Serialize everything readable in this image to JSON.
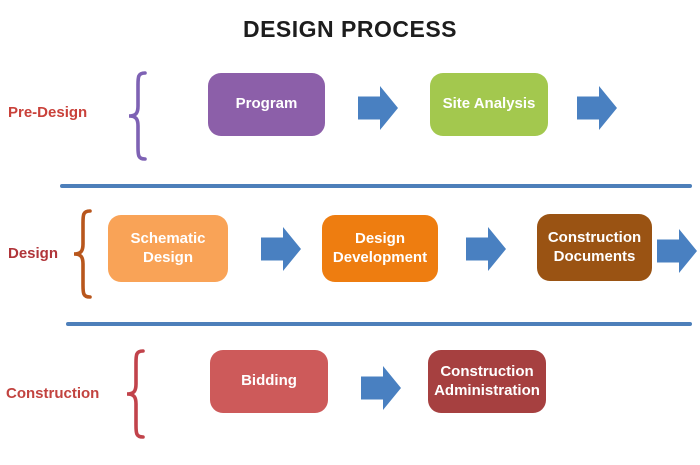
{
  "title": "DESIGN PROCESS",
  "divider_color": "#4d7fba",
  "arrow_color": "#4980c1",
  "rows": [
    {
      "label": "Pre-Design",
      "label_color": "#c9413a",
      "brace_color": "#7e62b4",
      "steps": [
        {
          "label": "Program",
          "color": "#8c5fa9"
        },
        {
          "label": "Site Analysis",
          "color": "#a3c84e"
        }
      ]
    },
    {
      "label": "Design",
      "label_color": "#b0353a",
      "brace_color": "#b8561c",
      "steps": [
        {
          "label": "Schematic Design",
          "color": "#f9a357"
        },
        {
          "label": "Design Development",
          "color": "#ee7d10"
        },
        {
          "label": "Construction Documents",
          "color": "#9a5313"
        }
      ]
    },
    {
      "label": "Construction",
      "label_color": "#c2433f",
      "brace_color": "#c1434b",
      "steps": [
        {
          "label": "Bidding",
          "color": "#cd5a5a"
        },
        {
          "label": "Construction Administration",
          "color": "#a64040"
        }
      ]
    }
  ]
}
